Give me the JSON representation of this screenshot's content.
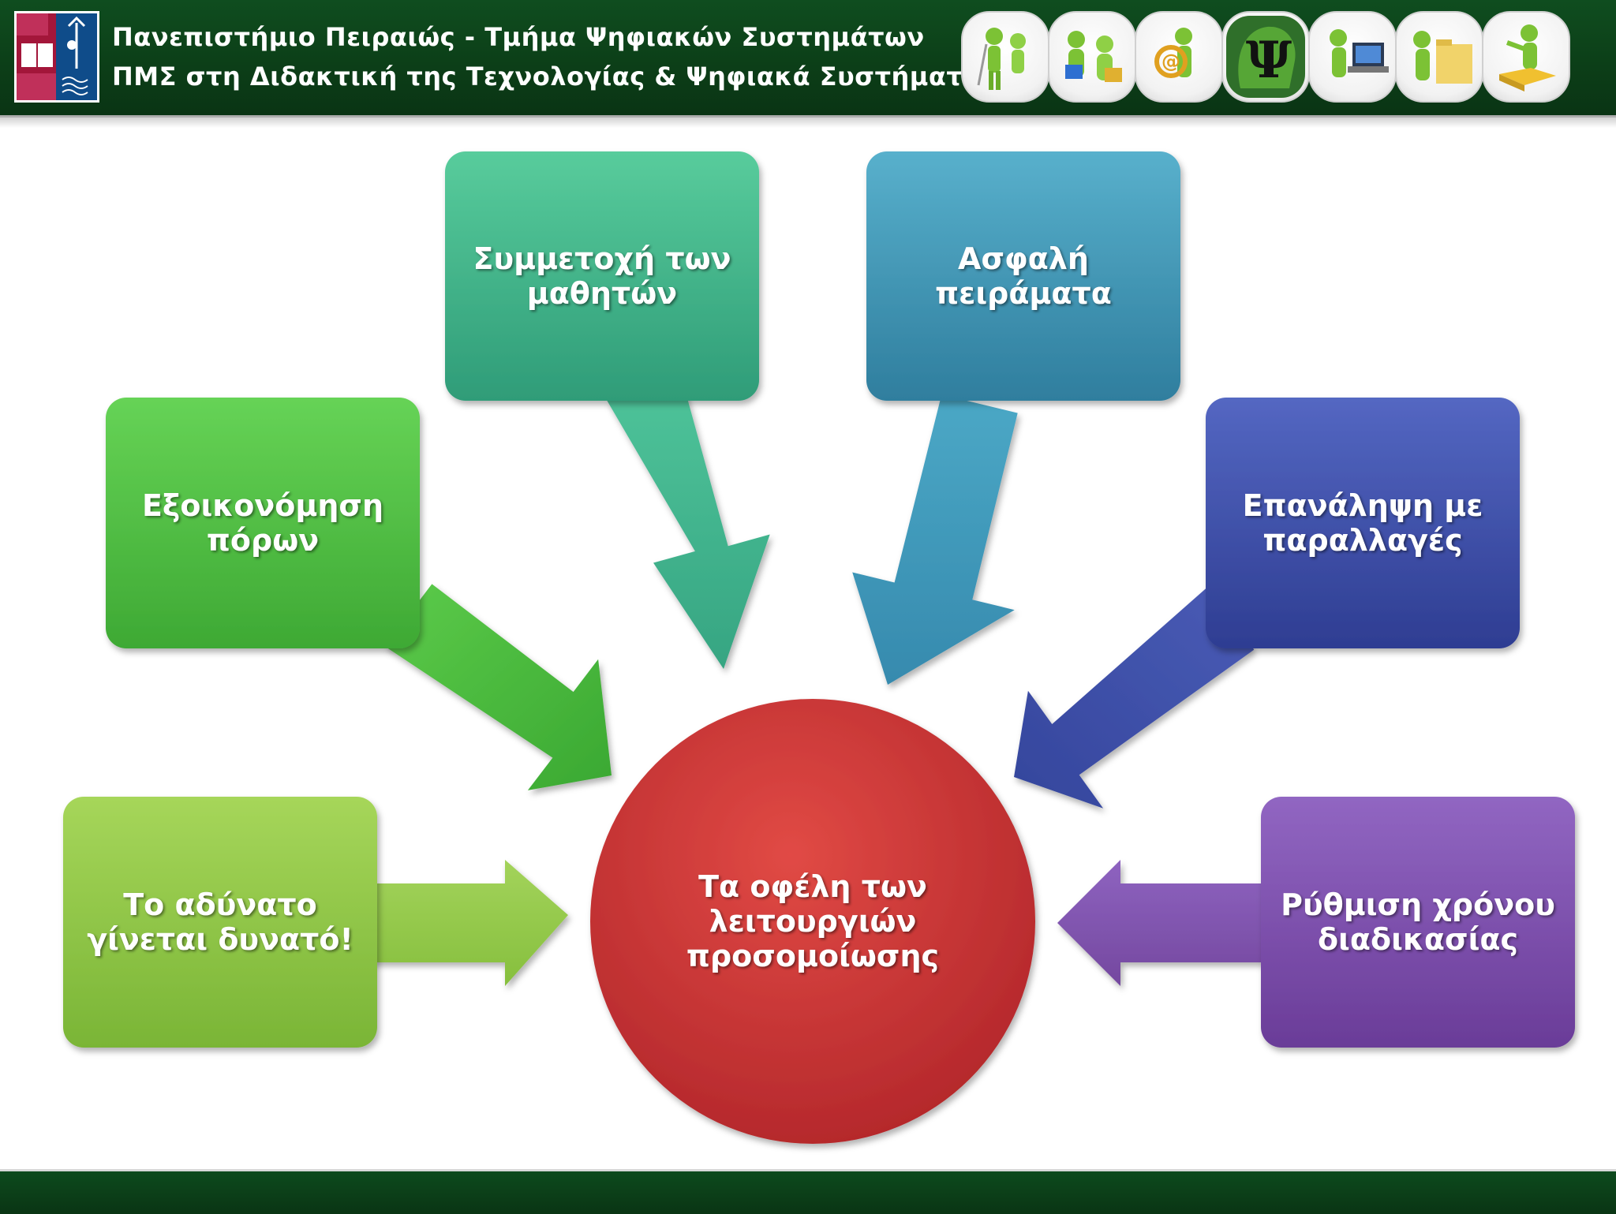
{
  "header": {
    "line1": "Πανεπιστήμιο Πειραιώς - Τμήμα Ψηφιακών Συστημάτων",
    "line2": "ΠΜΣ στη Διδακτική της Τεχνολογίας & Ψηφιακά Συστήματα",
    "psi_symbol": "Ψ",
    "thumbnails": [
      "figures-icon",
      "reading-figures-icon",
      "email-figure-icon",
      "psi-head-icon",
      "laptop-figure-icon",
      "folder-figure-icon",
      "puzzle-figure-icon"
    ]
  },
  "diagram": {
    "center": "Τα οφέλη των λειτουργιών προσομοίωσης",
    "boxes": [
      {
        "id": "left-bottom",
        "text": "Το αδύνατο γίνεται δυνατό!"
      },
      {
        "id": "left-middle",
        "text": "Εξοικονόμηση πόρων"
      },
      {
        "id": "top-left",
        "text": "Συμμετοχή των μαθητών"
      },
      {
        "id": "top-right",
        "text": "Ασφαλή πειράματα"
      },
      {
        "id": "right-middle",
        "text": "Επανάληψη με παραλλαγές"
      },
      {
        "id": "right-bottom",
        "text": "Ρύθμιση χρόνου διαδικασίας"
      }
    ]
  },
  "colors": {
    "header_bg": "#0c3f18",
    "center_circle": "#c8302f",
    "left_bottom": "#8ec440",
    "left_middle": "#4fbf3f",
    "top_left": "#3cb48c",
    "top_right": "#3f97b5",
    "right_middle": "#3c4ea6",
    "right_bottom": "#7b4ea8"
  }
}
